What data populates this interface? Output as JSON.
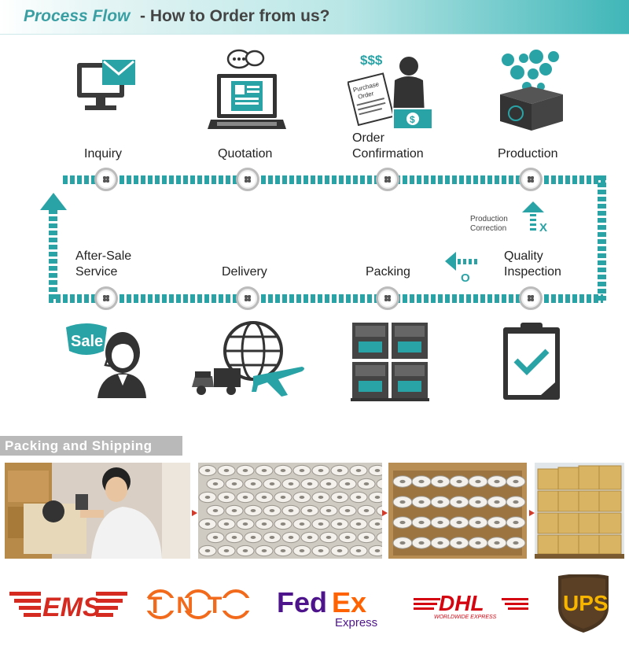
{
  "header": {
    "title_italic": "Process Flow",
    "title_rest": "- How to Order from us?"
  },
  "flow": {
    "top_steps": [
      {
        "label": "Inquiry",
        "icon": "computer-mail-icon"
      },
      {
        "label": "Quotation",
        "icon": "laptop-chat-icon"
      },
      {
        "label_line1": "Order",
        "label_line2": "Confirmation",
        "icon": "purchase-order-icon",
        "money": "$$$",
        "doc_line1": "Purchase",
        "doc_line2": "Order"
      },
      {
        "label": "Production",
        "icon": "production-box-icon"
      }
    ],
    "bottom_steps": [
      {
        "label_line1": "After-Sale",
        "label_line2": "Service",
        "icon": "sale-support-icon",
        "badge": "Sale"
      },
      {
        "label": "Delivery",
        "icon": "globe-truck-plane-icon"
      },
      {
        "label": "Packing",
        "icon": "stacked-boxes-icon"
      },
      {
        "label_line1": "Quality",
        "label_line2": "Inspection",
        "icon": "clipboard-check-icon"
      }
    ],
    "production_correction_line1": "Production",
    "production_correction_line2": "Correction",
    "accent_color": "#29a3a6"
  },
  "packing": {
    "title": "Packing and Shipping",
    "photos": [
      "worker-taping-box-photo",
      "rolls-stack-photo",
      "rolls-in-carton-photo",
      "cartons-on-pallet-photo"
    ]
  },
  "carriers": [
    {
      "name": "EMS",
      "color": "#d42a1f"
    },
    {
      "name": "TNT",
      "color": "#f26a1b"
    },
    {
      "name": "FedEx",
      "sub": "Express",
      "color_fed": "#4d148c",
      "color_ex": "#ff6200"
    },
    {
      "name": "DHL",
      "sub": "WORLDWIDE EXPRESS",
      "color": "#d40511"
    },
    {
      "name": "UPS",
      "color": "#f7b500"
    }
  ]
}
